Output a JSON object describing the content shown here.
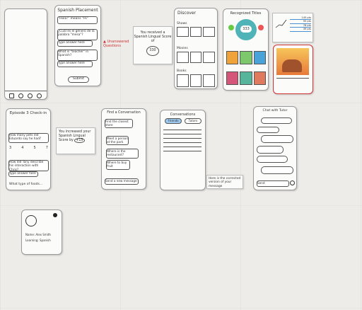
{
  "cards": {
    "placement": {
      "title": "Spanish Placement",
      "q1": "\"Hola!\" means \"Hi\"",
      "q2": "¿Cuál es el género de la palabra \"mesa\"?",
      "q2_input": "Type answer here",
      "q3": "What is \"teacher\" in Spanish?",
      "q3_input": "Type answer here",
      "submit": "Submit"
    },
    "unanswered_note": "Unanswered Questions",
    "result_note": {
      "text": "You received a Spanish Lingual Score of",
      "score": "330"
    },
    "discover": {
      "title": "Discover",
      "sections": [
        "Shows",
        "Movies",
        "Books"
      ]
    },
    "recommend": {
      "title": "Recognized Titles",
      "score": "333"
    },
    "stats": {
      "rows": [
        "145 pts",
        "95 pts",
        "78 pts",
        "49 pts"
      ]
    },
    "checkin": {
      "title": "Episode 3 Check-in",
      "q1": "How many pets did Eduardo say he had?",
      "options": [
        "3",
        "4",
        "5",
        "7"
      ],
      "q2": "How did Tony describe his interaction with Chris?",
      "q2_input": "Type answer here",
      "q3": "What type of foods..."
    },
    "score_note": "You increased your Spanish Lingual Score by",
    "score_note_value": "+15",
    "chat_partner": {
      "title": "Find a Conversation",
      "items": [
        "Find the closest store",
        "Meet a person at the park",
        "Where is the restaurant?",
        "Where to buy fruit"
      ],
      "input": "Send a new message"
    },
    "conversations": {
      "title": "Conversations",
      "tabs": [
        "Friends",
        "Tutors"
      ]
    },
    "chat": {
      "title": "Chat with Tutor",
      "input": "Send"
    },
    "reply_note": "Here is the corrected version of your message",
    "profile": {
      "line1": "Name: Alex Smith",
      "line2": "Learning: Spanish"
    }
  }
}
